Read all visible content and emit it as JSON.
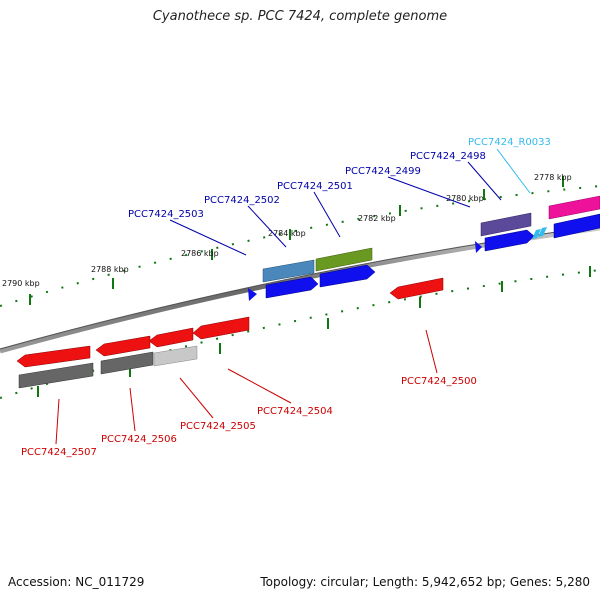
{
  "title": "Cyanothece sp. PCC 7424, complete genome",
  "footer": {
    "accession": "Accession: NC_011729",
    "summary": "Topology: circular; Length: 5,942,652 bp; Genes: 5,280"
  },
  "scale_ticks": [
    {
      "label": "2778 kbp"
    },
    {
      "label": "2780 kbp"
    },
    {
      "label": "2782 kbp"
    },
    {
      "label": "2784 kbp"
    },
    {
      "label": "2786 kbp"
    },
    {
      "label": "2788 kbp"
    },
    {
      "label": "2790 kbp"
    }
  ],
  "gene_labels": [
    {
      "name": "PCC7424_R0033",
      "color": "#33bbee"
    },
    {
      "name": "PCC7424_2498",
      "color": "#0000aa"
    },
    {
      "name": "PCC7424_2499",
      "color": "#0000aa"
    },
    {
      "name": "PCC7424_2501",
      "color": "#0000aa"
    },
    {
      "name": "PCC7424_2502",
      "color": "#0000aa"
    },
    {
      "name": "PCC7424_2503",
      "color": "#0000aa"
    },
    {
      "name": "PCC7424_2500",
      "color": "#cc0000"
    },
    {
      "name": "PCC7424_2504",
      "color": "#cc0000"
    },
    {
      "name": "PCC7424_2505",
      "color": "#cc0000"
    },
    {
      "name": "PCC7424_2506",
      "color": "#cc0000"
    },
    {
      "name": "PCC7424_2507",
      "color": "#cc0000"
    }
  ],
  "colors": {
    "forward_gene": "#1010ee",
    "reverse_gene": "#ee1111",
    "tick": "#117711",
    "backbone": "#777777"
  }
}
